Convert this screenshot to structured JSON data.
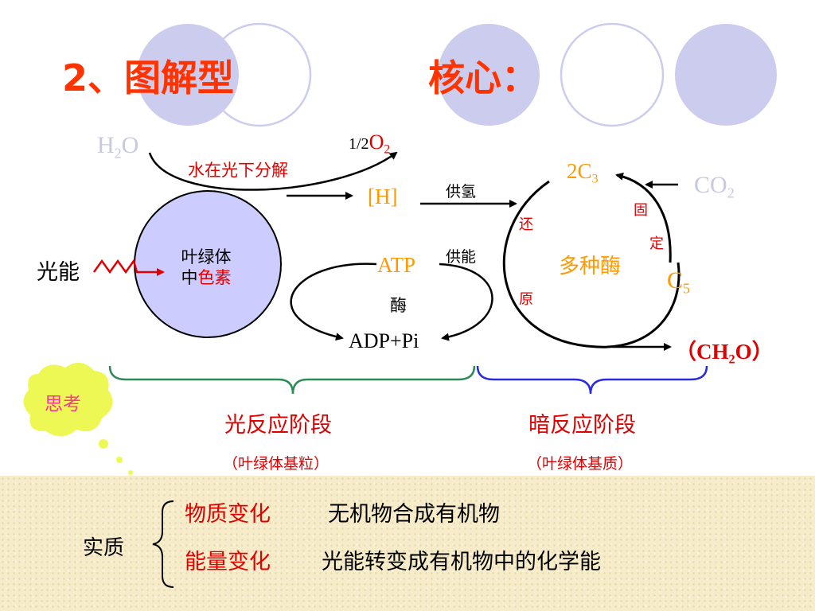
{
  "title": {
    "main": "2、图解型",
    "core": "核心："
  },
  "colors": {
    "title": "#ff3300",
    "red": "#e00000",
    "orange": "#ff9900",
    "lavender": "#ccccee",
    "faded": "#c8c8e0",
    "green_brace": "#2e8b57",
    "blue_brace": "#2a2ae0",
    "cloud": "#eef855"
  },
  "diagram": {
    "h2o": {
      "main": "H",
      "sub": "2",
      "tail": "O"
    },
    "o2": {
      "prefix": "1/2",
      "main": "O",
      "sub": "2"
    },
    "photolysis": "水在光下分解",
    "h": "[H]",
    "supply_h": "供氢",
    "supply_energy": "供能",
    "light_energy": "光能",
    "pigment_line1": "叶绿体",
    "pigment_line2_prefix": "中",
    "pigment_line2_colored": "色素",
    "atp": "ATP",
    "enzyme": "酶",
    "adp": "ADP+Pi",
    "c3": {
      "main": "2C",
      "sub": "3"
    },
    "co2": {
      "main": "CO",
      "sub": "2"
    },
    "c5": {
      "main": "C",
      "sub": "5"
    },
    "fix_1": "固",
    "fix_2": "定",
    "reduce_1": "还",
    "reduce_2": "原",
    "enzymes": "多种酶",
    "ch2o": {
      "open": "（",
      "main": "CH",
      "sub": "2",
      "tail": "O",
      "close": "）"
    }
  },
  "think": "思考",
  "light_stage": {
    "label": "光反应阶段",
    "location": "（叶绿体基粒）"
  },
  "dark_stage": {
    "label": "暗反应阶段",
    "location": "（叶绿体基质）"
  },
  "essence": {
    "label": "实质",
    "material_label": "物质变化",
    "material_text": "无机物合成有机物",
    "energy_label": "能量变化",
    "energy_text": "光能转变成有机物中的化学能"
  }
}
